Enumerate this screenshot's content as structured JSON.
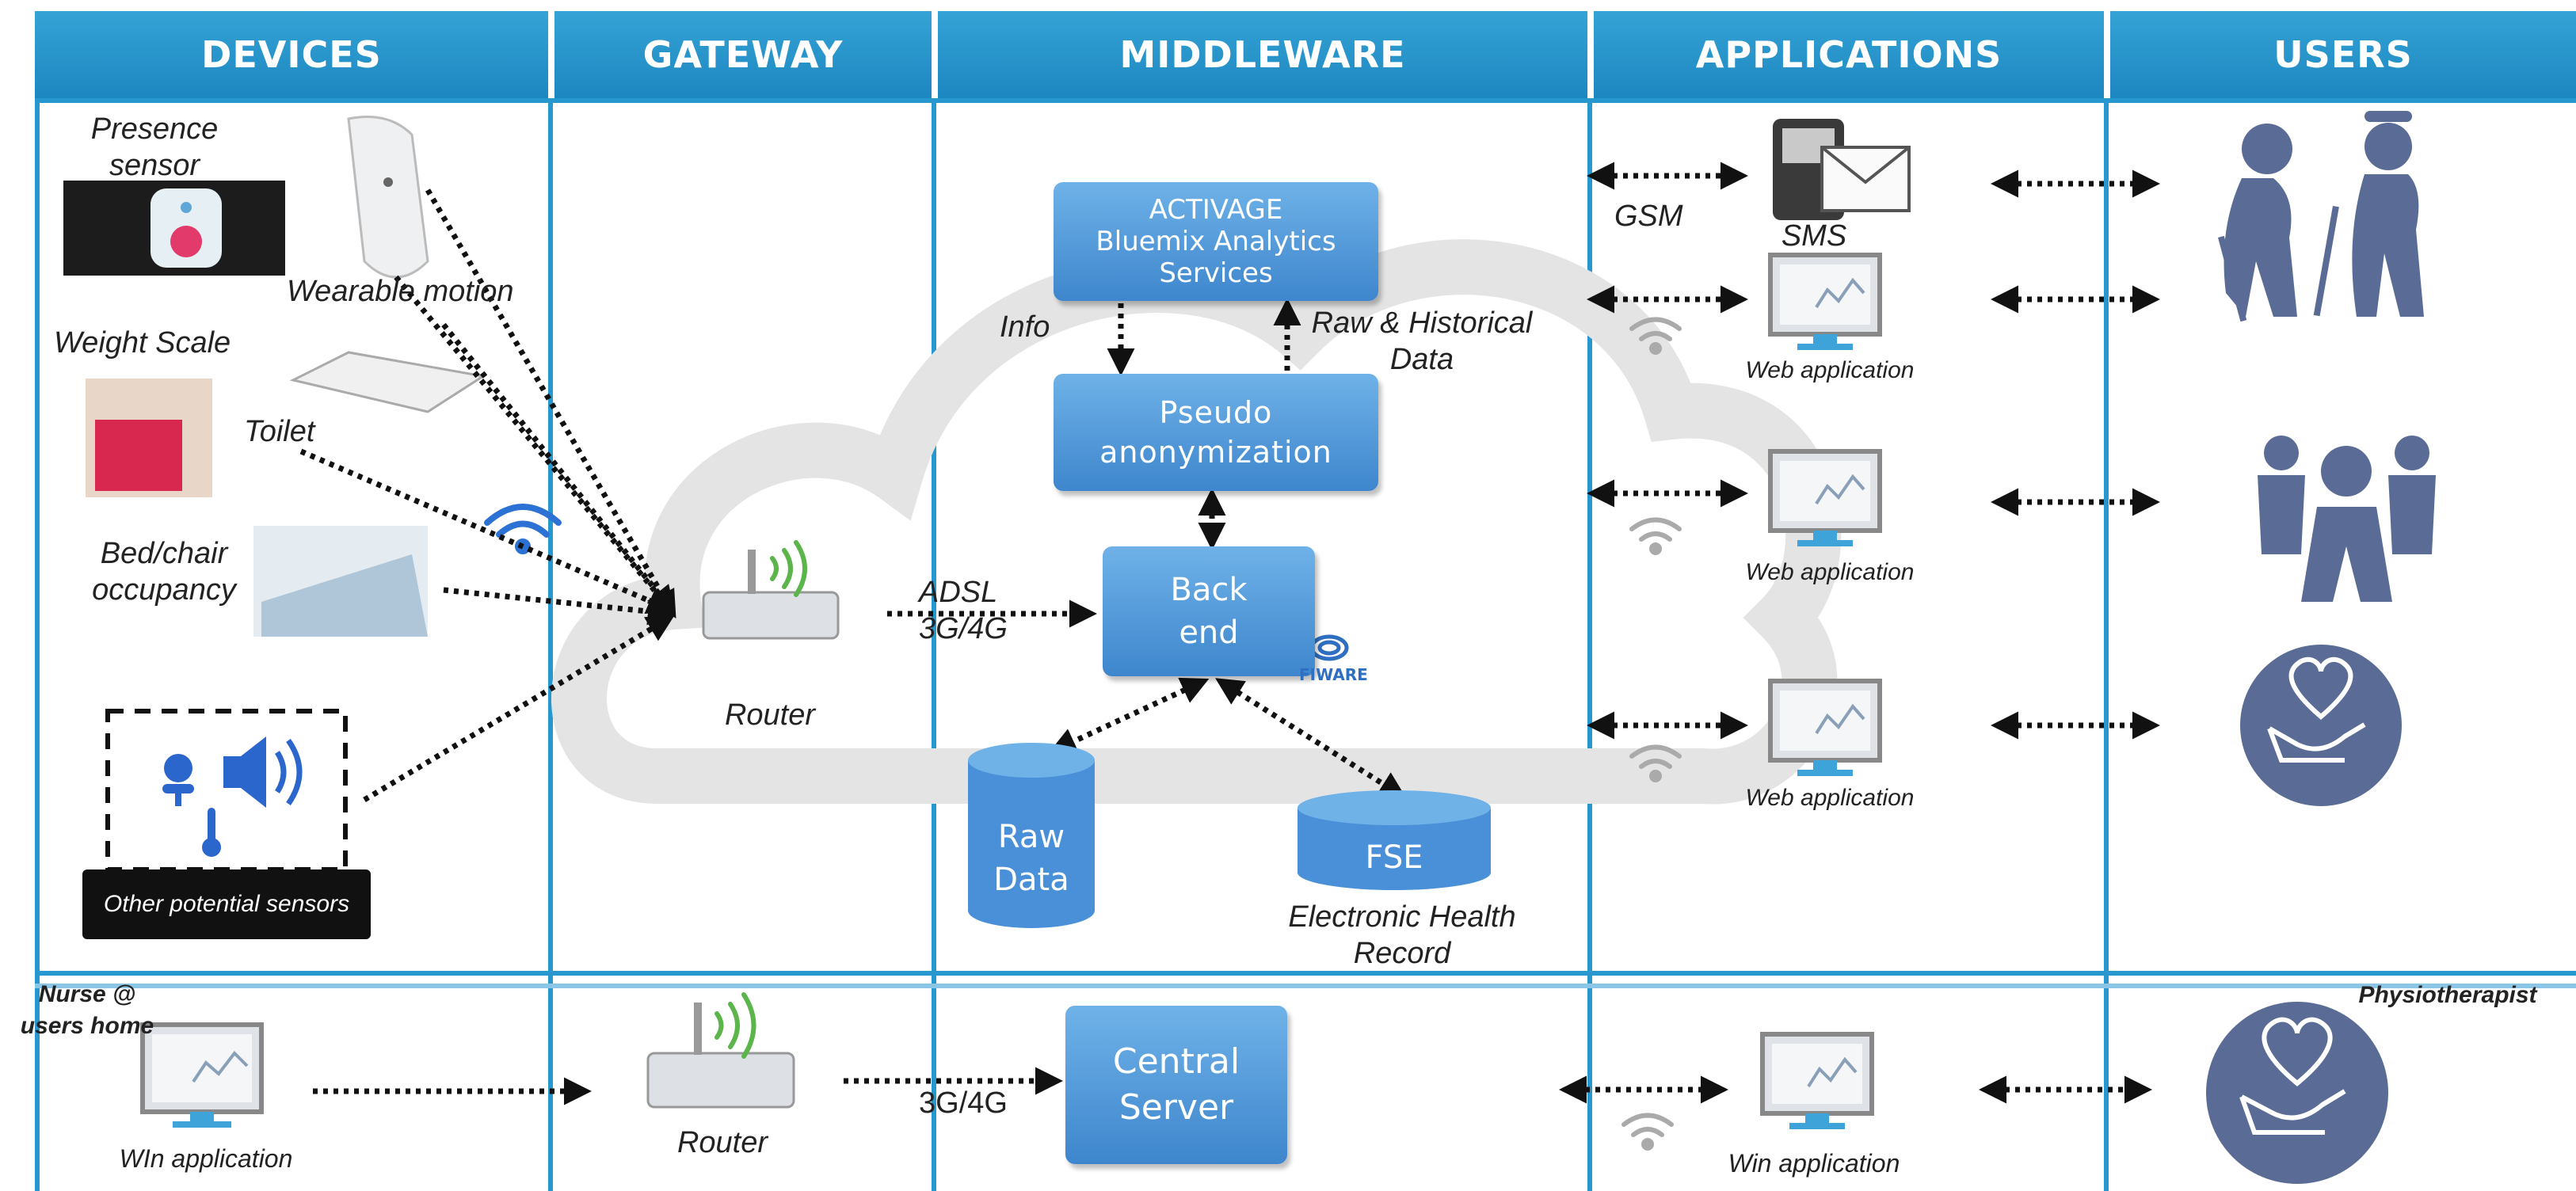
{
  "headers": {
    "devices": "DEVICES",
    "gateway": "GATEWAY",
    "middleware": "MIDDLEWARE",
    "applications": "APPLICATIONS",
    "users": "USERS"
  },
  "devices": {
    "presence_sensor": "Presence sensor",
    "wearable_motion": "Wearable motion",
    "weight_scale": "Weight Scale",
    "toilet": "Toilet",
    "bed_chair": "Bed/chair occupancy",
    "other_sensors": "Other potential sensors"
  },
  "gateway": {
    "router": "Router",
    "router_bottom": "Router"
  },
  "middleware": {
    "activage_line1": "ACTIVAGE",
    "activage_line2": "Bluemix Analytics",
    "activage_line3": "Services",
    "info": "Info",
    "raw_historical": "Raw & Historical Data",
    "pseudo_line1": "Pseudo",
    "pseudo_line2": "anonymization",
    "adsl": "ADSL 3G/4G",
    "back_line1": "Back",
    "back_line2": "end",
    "fiware": "FIWARE",
    "raw_line1": "Raw",
    "raw_line2": "Data",
    "fse": "FSE",
    "ehr": "Electronic Health Record",
    "central_line1": "Central",
    "central_line2": "Server",
    "bottom_link": "3G/4G"
  },
  "applications": {
    "gsm": "GSM",
    "sms": "SMS",
    "web1": "Web application",
    "web2": "Web application",
    "web3": "Web application",
    "win_bottom": "Win application"
  },
  "bottom": {
    "nurse": "Nurse @ users home",
    "win_left": "WIn application",
    "physio": "Physiotherapist"
  },
  "colors": {
    "header": "#2797cf",
    "box": "#4a90d9",
    "user_icon": "#5a6c96",
    "wifi": "#9a9a9a"
  }
}
